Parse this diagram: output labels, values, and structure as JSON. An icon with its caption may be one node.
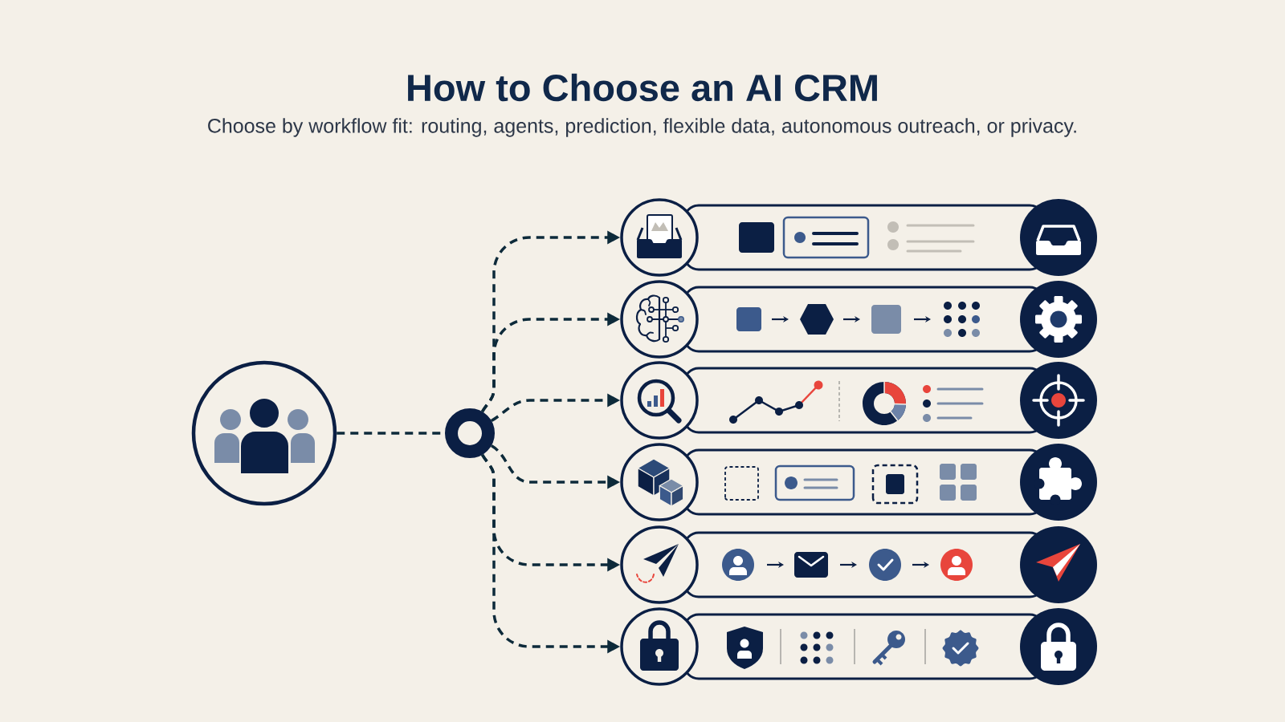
{
  "diagram": {
    "title": "How to Choose an AI CRM",
    "nodes": [
      {
        "text": [],
        "shape": "circle"
      },
      {
        "text": [],
        "shape": "circle"
      },
      {
        "text": [],
        "shape": "circle"
      },
      {
        "text": [],
        "shape": "circle"
      },
      {
        "text": [],
        "shape": "circle"
      },
      {
        "text": [],
        "shape": "circle"
      },
      {
        "text": [],
        "shape": "circle"
      },
      {
        "text": [],
        "shape": "circle"
      }
    ],
    "edges": [
      {
        "from": 0,
        "to": 1,
        "arrow": "none",
        "style": "dashed"
      },
      {
        "from": 1,
        "to": 2,
        "arrow": "to",
        "style": "dashed"
      },
      {
        "from": 1,
        "to": 3,
        "arrow": "to",
        "style": "dashed"
      },
      {
        "from": 1,
        "to": 4,
        "arrow": "to",
        "style": "dashed"
      },
      {
        "from": 1,
        "to": 5,
        "arrow": "to",
        "style": "dashed"
      },
      {
        "from": 1,
        "to": 6,
        "arrow": "to",
        "style": "dashed"
      },
      {
        "from": 1,
        "to": 7,
        "arrow": "to",
        "style": "dashed"
      }
    ],
    "labels": [
      "Choose by workflow fit: routing, agents, prediction, flexible data, autonomous outreach, or privacy."
    ]
  }
}
